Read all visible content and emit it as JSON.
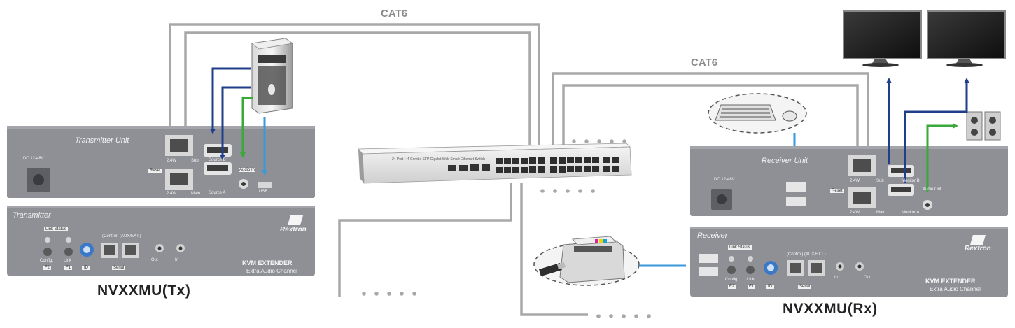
{
  "cables": {
    "top_label": "CAT6",
    "right_label": "CAT6"
  },
  "transmitter_front": {
    "title": "Transmitter Unit",
    "dc_label": "DC 12-48V",
    "reset_label": "Reset",
    "audio_label": "Audio In",
    "usb_label": "USB",
    "port_sub": "Sub",
    "port_main": "Main",
    "port_source_a": "Source B",
    "port_source_b": "Source A",
    "link_a": "2.4W",
    "link_b": "2.4W"
  },
  "transmitter_back": {
    "title": "Transmitter",
    "brand": "Rextron",
    "status_label": "Link Status",
    "control_label": "(Control)  (AUX/EXT.)",
    "config_label": "Config.",
    "config_key": "F2",
    "link_label": "Link",
    "link_key": "F1",
    "id_key": "ID",
    "serial_label": "Serial",
    "out_label": "Out",
    "in_label": "In",
    "kvm_label": "KVM EXTENDER",
    "sub_label": "Extra Audio Channel"
  },
  "tx_model": "NVXXMU(Tx)",
  "switch_text": "24 Port + 4 Combo SFP Gigabit Web Smart Ethernet Switch",
  "receiver_front": {
    "title": "Receiver Unit",
    "dc_label": "DC 12-48V",
    "reset_label": "Reset",
    "audio_label": "Audio Out",
    "port_sub": "Sub",
    "port_main": "Main",
    "port_mon_a": "Monitor B",
    "port_mon_b": "Monitor A",
    "link_a": "2.4W",
    "link_b": "2.4W"
  },
  "receiver_back": {
    "title": "Receiver",
    "brand": "Rextron",
    "status_label": "Link Status",
    "control_label": "(Control)  (AUX/EXT.)",
    "config_label": "Config.",
    "config_key": "F2",
    "link_label": "Link",
    "link_key": "F1",
    "id_key": "ID",
    "serial_label": "Serial",
    "out_label": "Out",
    "in_label": "In",
    "kvm_label": "KVM EXTENDER",
    "sub_label": "Extra Audio Channel"
  },
  "rx_model": "NVXXMU(Rx)",
  "colors": {
    "cable_gray": "#a8a8a8",
    "video_blue": "#1f3f8a",
    "usb_cyan": "#3a9ad9",
    "audio_green": "#3aa83a",
    "panel": "#8e9096",
    "panel_dark": "#7b7d83"
  },
  "icons": [
    "pc-tower-icon",
    "network-switch-icon",
    "monitor-icon",
    "speaker-icon",
    "keyboard-mouse-icon",
    "printer-icon",
    "usb-drive-icon",
    "rextron-logo-icon"
  ]
}
